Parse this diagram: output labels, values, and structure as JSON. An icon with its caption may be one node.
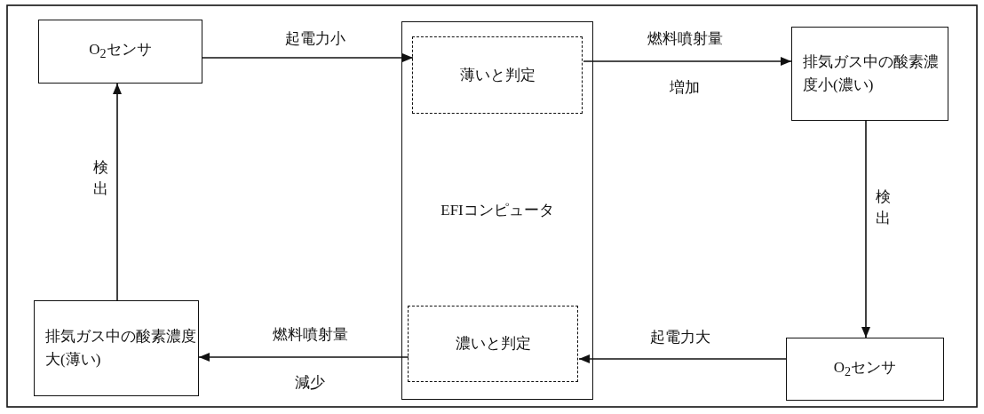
{
  "diagram": {
    "nodes": [
      {
        "text": [
          "O$_{2}$センサ"
        ]
      },
      {
        "text": [
          "EFIコンピュータ"
        ]
      },
      {
        "text": [
          "薄いと判定"
        ],
        "in": 1
      },
      {
        "text": [
          "濃いと判定"
        ],
        "in": 1
      },
      {
        "text": [
          "排気ガス中の酸素濃度小(濃い)"
        ]
      },
      {
        "text": [
          "O$_{2}$センサ"
        ]
      },
      {
        "text": [
          "排気ガス中の酸素濃度大(薄い)"
        ]
      }
    ],
    "edges": [
      {
        "from": 0,
        "to": 2,
        "arrow": "to",
        "label": "起電力小"
      },
      {
        "from": 2,
        "to": 4,
        "arrow": "to",
        "label": "燃料噴射量"
      },
      {
        "from": 4,
        "to": 5,
        "arrow": "to",
        "label": "検出"
      },
      {
        "from": 5,
        "to": 3,
        "arrow": "to",
        "label": "起電力大"
      },
      {
        "from": 3,
        "to": 6,
        "arrow": "to",
        "label": "燃料噴射量"
      },
      {
        "from": 6,
        "to": 0,
        "arrow": "to",
        "label": "検出"
      }
    ],
    "labels": [
      "増加",
      "減少"
    ]
  }
}
